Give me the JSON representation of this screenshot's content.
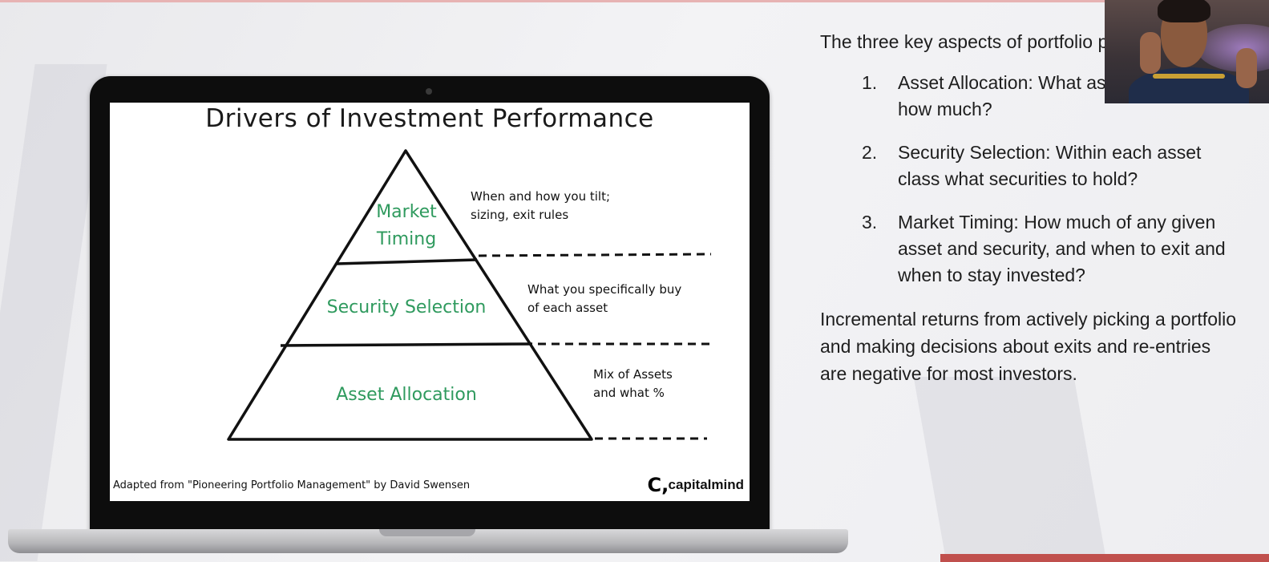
{
  "slide": {
    "title": "Drivers of Investment Performance",
    "pyramid": {
      "top_label_line1": "Market",
      "top_label_line2": "Timing",
      "middle_label": "Security Selection",
      "bottom_label": "Asset Allocation"
    },
    "notes": {
      "top_line1": "When and how you tilt;",
      "top_line2": "sizing, exit rules",
      "middle_line1": "What you specifically buy",
      "middle_line2": "of each asset",
      "bottom_line1": "Mix of Assets",
      "bottom_line2": "and what %"
    },
    "footer": "Adapted from \"Pioneering Portfolio Management\" by David Swensen",
    "brand": "capitalmind",
    "brand_logo": "C,",
    "label_color": "#2f9a5e"
  },
  "panel": {
    "intro": "The three key aspects of portfolio performance :",
    "points": [
      {
        "num": "1.",
        "text": "Asset Allocation: What assets to own and how much?"
      },
      {
        "num": "2.",
        "text": "Security Selection: Within each asset class what securities to hold?"
      },
      {
        "num": "3.",
        "text": "Market Timing: How much of any given asset and security, and when to exit and when to stay invested?"
      }
    ],
    "conclusion": "Incremental returns from actively picking a portfolio and making decisions about exits and re-entries are negative for most investors."
  },
  "colors": {
    "accent": "#c0504d",
    "text": "#1e1e1e"
  }
}
